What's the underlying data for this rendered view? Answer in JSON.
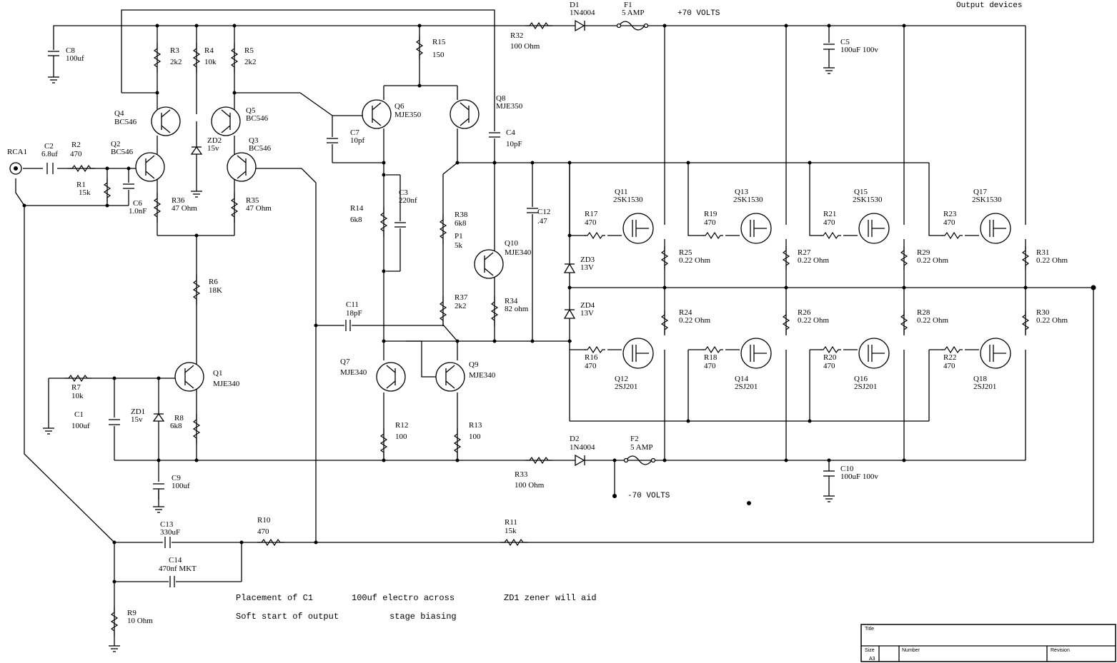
{
  "header": {
    "rail_pos": "+70 VOLTS",
    "rail_neg": "-70 VOLTS",
    "output_devices": "Output devices"
  },
  "components": {
    "RCA1": "RCA1",
    "C2": [
      "C2",
      "6.8uf"
    ],
    "R2": [
      "R2",
      "470"
    ],
    "R1": [
      "R1",
      "15k"
    ],
    "C6": [
      "C6",
      "1.0nF"
    ],
    "C8": [
      "C8",
      "100uf"
    ],
    "R3": [
      "R3",
      "2k2"
    ],
    "R4": [
      "R4",
      "10k"
    ],
    "R5": [
      "R5",
      "2k2"
    ],
    "Q4": [
      "Q4",
      "BC546"
    ],
    "Q5": [
      "Q5",
      "BC546"
    ],
    "Q2": [
      "Q2",
      "BC546"
    ],
    "Q3": [
      "Q3",
      "BC546"
    ],
    "ZD2": [
      "ZD2",
      "15v"
    ],
    "R36": [
      "R36",
      "47 Ohm"
    ],
    "R35": [
      "R35",
      "47 Ohm"
    ],
    "R6": [
      "R6",
      "18K"
    ],
    "Q1": [
      "Q1",
      "MJE340"
    ],
    "R7": [
      "R7",
      "10k"
    ],
    "C1": [
      "C1",
      "100uf"
    ],
    "ZD1": [
      "ZD1",
      "15v"
    ],
    "R8": [
      "R8",
      "6k8"
    ],
    "C9": [
      "C9",
      "100uf"
    ],
    "C13": [
      "C13",
      "330uF"
    ],
    "C14": [
      "C14",
      "470nf MKT"
    ],
    "R10": [
      "R10",
      "470"
    ],
    "R9": [
      "R9",
      "10 Ohm"
    ],
    "R11": [
      "R11",
      "15k"
    ],
    "R15": [
      "R15",
      "150"
    ],
    "R32": [
      "R32",
      "100 Ohm"
    ],
    "D1": [
      "D1",
      "1N4004"
    ],
    "F1": [
      "F1",
      "5 AMP"
    ],
    "Q6": [
      "Q6",
      "MJE350"
    ],
    "Q8": [
      "Q8",
      "MJE350"
    ],
    "C7": [
      "C7",
      "10pf"
    ],
    "C4": [
      "C4",
      "10pF"
    ],
    "R14": [
      "R14",
      "6k8"
    ],
    "C3": [
      "C3",
      "220nf"
    ],
    "R38": [
      "R38",
      "6k8"
    ],
    "P1": [
      "P1",
      "5k"
    ],
    "Q10": [
      "Q10",
      "MJE340"
    ],
    "C12": [
      "C12",
      ".47"
    ],
    "R37": [
      "R37",
      "2k2"
    ],
    "R34": [
      "R34",
      "82 ohm"
    ],
    "C11": [
      "C11",
      "18pF"
    ],
    "Q7": [
      "Q7",
      "MJE340"
    ],
    "Q9": [
      "Q9",
      "MJE340"
    ],
    "R12": [
      "R12",
      "100"
    ],
    "R13": [
      "R13",
      "100"
    ],
    "R33": [
      "R33",
      "100 Ohm"
    ],
    "D2": [
      "D2",
      "1N4004"
    ],
    "F2": [
      "F2",
      "5 AMP"
    ],
    "C5": [
      "C5",
      "100uF 100v"
    ],
    "C10": [
      "C10",
      "100uF 100v"
    ],
    "ZD3": [
      "ZD3",
      "13V"
    ],
    "ZD4": [
      "ZD4",
      "13V"
    ],
    "Q11": [
      "Q11",
      "2SK1530"
    ],
    "Q13": [
      "Q13",
      "2SK1530"
    ],
    "Q15": [
      "Q15",
      "2SK1530"
    ],
    "Q17": [
      "Q17",
      "2SK1530"
    ],
    "Q12": [
      "Q12",
      "2SJ201"
    ],
    "Q14": [
      "Q14",
      "2SJ201"
    ],
    "Q16": [
      "Q16",
      "2SJ201"
    ],
    "Q18": [
      "Q18",
      "2SJ201"
    ],
    "R17": [
      "R17",
      "470"
    ],
    "R19": [
      "R19",
      "470"
    ],
    "R21": [
      "R21",
      "470"
    ],
    "R23": [
      "R23",
      "470"
    ],
    "R16": [
      "R16",
      "470"
    ],
    "R18": [
      "R18",
      "470"
    ],
    "R20": [
      "R20",
      "470"
    ],
    "R22": [
      "R22",
      "470"
    ],
    "R25": [
      "R25",
      "0.22 Ohm"
    ],
    "R27": [
      "R27",
      "0.22 Ohm"
    ],
    "R29": [
      "R29",
      "0.22 Ohm"
    ],
    "R31": [
      "R31",
      "0.22 Ohm"
    ],
    "R24": [
      "R24",
      "0.22 Ohm"
    ],
    "R26": [
      "R26",
      "0.22 Ohm"
    ],
    "R28": [
      "R28",
      "0.22 Ohm"
    ],
    "R30": [
      "R30",
      "0.22 Ohm"
    ]
  },
  "notes": {
    "line1a": "Placement of C1",
    "line1b": "100uf electro across",
    "line1c": "ZD1 zener will aid",
    "line2a": "Soft start of output",
    "line2b": "stage biasing"
  },
  "title_block": {
    "title": "Title",
    "size": "Size",
    "size_value": "A3",
    "number": "Number",
    "revision": "Revision"
  }
}
